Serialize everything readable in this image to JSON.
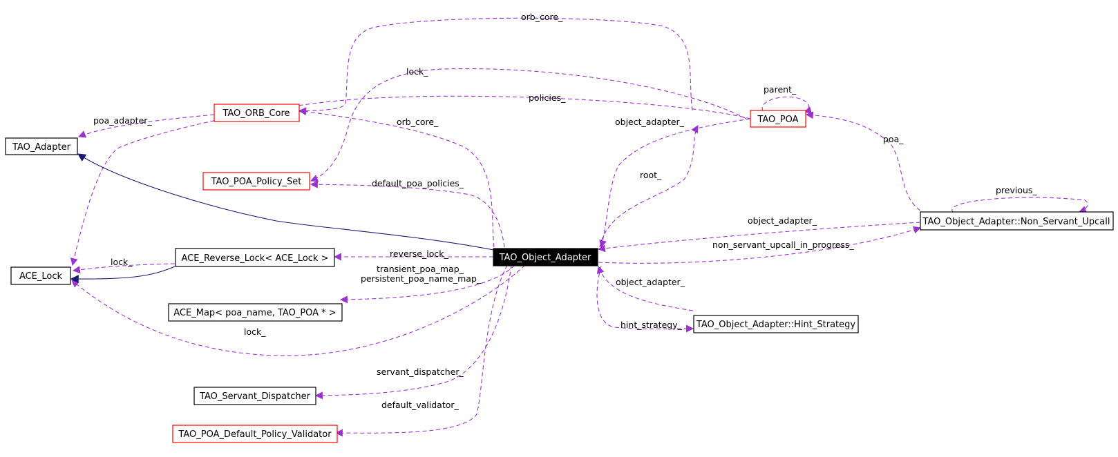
{
  "colors": {
    "usage_edge": "#9a32cd",
    "inherit_edge": "#191970",
    "incomplete_border": "#ff0000",
    "focus_fill": "#000000"
  },
  "nodes": {
    "tao_adapter": "TAO_Adapter",
    "ace_lock": "ACE_Lock",
    "tao_orb_core": "TAO_ORB_Core",
    "tao_poa_policy_set": "TAO_POA_Policy_Set",
    "ace_reverse_lock": "ACE_Reverse_Lock< ACE_Lock >",
    "ace_map": "ACE_Map< poa_name, TAO_POA * >",
    "tao_servant_dispatcher": "TAO_Servant_Dispatcher",
    "tao_poa_default_policy_validator": "TAO_POA_Default_Policy_Validator",
    "tao_object_adapter": "TAO_Object_Adapter",
    "tao_poa": "TAO_POA",
    "non_servant_upcall": "TAO_Object_Adapter::Non_Servant_Upcall",
    "hint_strategy": "TAO_Object_Adapter::Hint_Strategy"
  },
  "edge_labels": {
    "orb_core_top": "orb_core_",
    "lock_top": "lock_",
    "policies": "policies_",
    "parent": "parent_",
    "poa_adapter": "poa_adapter_",
    "orb_core_mid": "orb_core_",
    "object_adapter_poa": "object_adapter_",
    "poa": "poa_",
    "default_poa_policies": "default_poa_policies_",
    "root": "root_",
    "previous": "previous_",
    "object_adapter_upcall": "object_adapter_",
    "non_servant_upcall_in_progress": "non_servant_upcall_in_progress_",
    "lock_reverse": "lock_",
    "reverse_lock": "reverse_lock_",
    "transient_poa_map": "transient_poa_map_",
    "persistent_poa_name_map": "persistent_poa_name_map_",
    "object_adapter_hint": "object_adapter_",
    "lock_bottom": "lock_",
    "hint_strategy": "hint_strategy_",
    "servant_dispatcher": "servant_dispatcher_",
    "default_validator": "default_validator_"
  }
}
